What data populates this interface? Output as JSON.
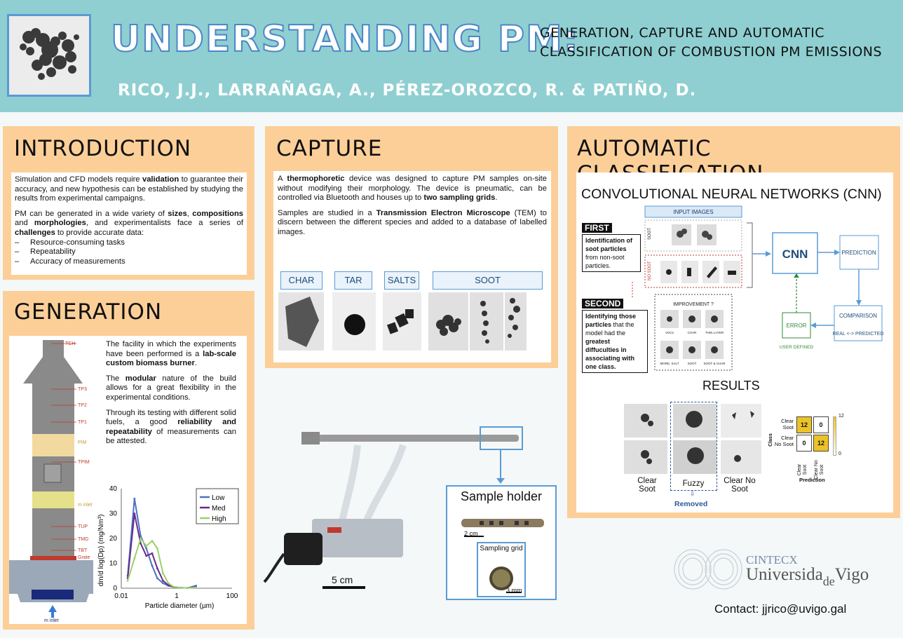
{
  "header": {
    "title": "UNDERSTANDING PM:",
    "subtitle_line1": "GENERATION, CAPTURE AND AUTOMATIC",
    "subtitle_line2": "CLASSIFICATION OF COMBUSTION PM EMISSIONS",
    "authors": "RICO, J.J., LARRAÑAGA, A., PÉREZ-OROZCO, R. & PATIÑO, D."
  },
  "introduction": {
    "title": "INTRODUCTION",
    "p1_a": "Simulation and CFD models require ",
    "p1_b": "validation",
    "p1_c": " to guarantee their accuracy, and new hypothesis can be established by studying the results from experimental campaigns.",
    "p2_a": "PM can be generated in a wide variety of ",
    "p2_b": "sizes",
    "p2_c": ", ",
    "p2_d": "compositions",
    "p2_e": " and ",
    "p2_f": "morphologies",
    "p2_g": ", and experimentalists face a series of ",
    "p2_h": "challenges",
    "p2_i": " to provide accurate data:",
    "items": [
      "Resource-consuming tasks",
      "Repeatability",
      "Accuracy of measurements"
    ]
  },
  "generation": {
    "title": "GENERATION",
    "p1_a": "The facility in which the experiments have been performed is a ",
    "p1_b": "lab-scale custom biomass burner",
    "p1_c": ".",
    "p2_a": "The ",
    "p2_b": "modular",
    "p2_c": " nature of the build allows for a great flexibility in the experimental conditions.",
    "p3_a": "Through its testing with different solid fuels, a good ",
    "p3_b": "reliability and repeatability",
    "p3_c": " of measurements can be attested.",
    "burner_labels": [
      "TCH",
      "TP3",
      "TP2",
      "TP1",
      "PIM",
      "TPIM",
      "m inlet",
      "TUP",
      "TMD",
      "TBT",
      "Grate",
      "m inlet"
    ]
  },
  "chart_data": {
    "type": "line",
    "xlabel": "Particle diameter (µm)",
    "ylabel": "dm/d log(Dp) (mg/Nm³)",
    "xscale": "log",
    "xlim": [
      0.01,
      100
    ],
    "ylim": [
      0,
      40
    ],
    "xticks": [
      "0.01",
      "1",
      "100"
    ],
    "yticks": [
      "0",
      "10",
      "20",
      "30",
      "40"
    ],
    "legend": "top-right",
    "x": [
      0.017,
      0.03,
      0.05,
      0.08,
      0.13,
      0.2,
      0.32,
      0.5,
      0.8,
      1.3,
      2.5,
      5
    ],
    "series": [
      {
        "name": "Low",
        "color": "#4a72c4",
        "values": [
          5,
          36,
          21,
          16,
          9,
          4,
          2,
          1,
          0.5,
          0.2,
          0.1,
          1
        ]
      },
      {
        "name": "Med",
        "color": "#6a2a8a",
        "values": [
          4,
          30,
          18,
          13,
          14,
          8,
          3,
          1.2,
          0.5,
          0.2,
          0.1,
          0.5
        ]
      },
      {
        "name": "High",
        "color": "#9ad06a",
        "values": [
          3,
          12,
          20,
          17,
          19,
          16,
          6,
          2,
          0.5,
          0.2,
          0.1,
          0.3
        ]
      }
    ]
  },
  "capture": {
    "title": "CAPTURE",
    "p1_a": "A ",
    "p1_b": "thermophoretic",
    "p1_c": " device was designed to capture PM samples on-site without modifying their morphology. The device is pneumatic, can be controlled via Bluetooth and houses up to ",
    "p1_d": "two sampling grids",
    "p1_e": ".",
    "p2_a": "Samples are studied in a ",
    "p2_b": "Transmission Electron Microscope",
    "p2_c": " (TEM) to discern between the different species and added to a database of labelled images.",
    "categories": [
      "CHAR",
      "TAR",
      "SALTS",
      "SOOT"
    ],
    "scale_5cm": "5 cm",
    "sample_holder": "Sample holder",
    "scale_2cm": "2 cm",
    "sampling_grid": "Sampling grid",
    "scale_3mm": "3 mm"
  },
  "classification": {
    "title": "AUTOMATIC CLASSIFICATION",
    "cnn_title": "CONVOLUTIONAL NEURAL NETWORKS (CNN)",
    "input_images": "INPUT IMAGES",
    "first": "FIRST",
    "first_text_a": "Identification of soot particles",
    "first_text_b": " from non-soot particles.",
    "second": "SECOND",
    "second_text_a": "Identifying those particles",
    "second_text_b": " that the model had the ",
    "second_text_c": "greatest diffuculties in associating with one class.",
    "soot_label": "SOOT",
    "no_soot_label": "NO SOOT",
    "cnn": "CNN",
    "prediction": "PREDICTION",
    "comparison": "COMPARISON",
    "real_predicted": "REAL <-> PREDICTED",
    "error": "ERROR",
    "user_defined": "USER DEFINED",
    "improvement": "IMPROVEMENT ?",
    "improvement_labels": [
      "VOCs",
      "CHAR",
      "THIN LAYER",
      "MORE. SALT",
      "SOOT",
      "SOOT & CHAR"
    ],
    "results": "RESULTS",
    "result_labels": [
      "Clear Soot",
      "Fuzzy",
      "Clear No Soot"
    ],
    "removed": "Removed",
    "matrix": {
      "class_axis": "Class",
      "prediction_axis": "Prediction",
      "row_labels": [
        "Clear Soot",
        "Clear No Soot"
      ],
      "col_labels": [
        "Clear Soot",
        "Clear No Soot"
      ],
      "values": [
        [
          12,
          0
        ],
        [
          0,
          12
        ]
      ],
      "scale_max": "12",
      "scale_min": "0"
    }
  },
  "footer": {
    "org": "CINTECX",
    "university_a": "Universida",
    "university_b": "de",
    "university_c": "Vigo",
    "contact": "Contact: jjrico@uvigo.gal"
  }
}
